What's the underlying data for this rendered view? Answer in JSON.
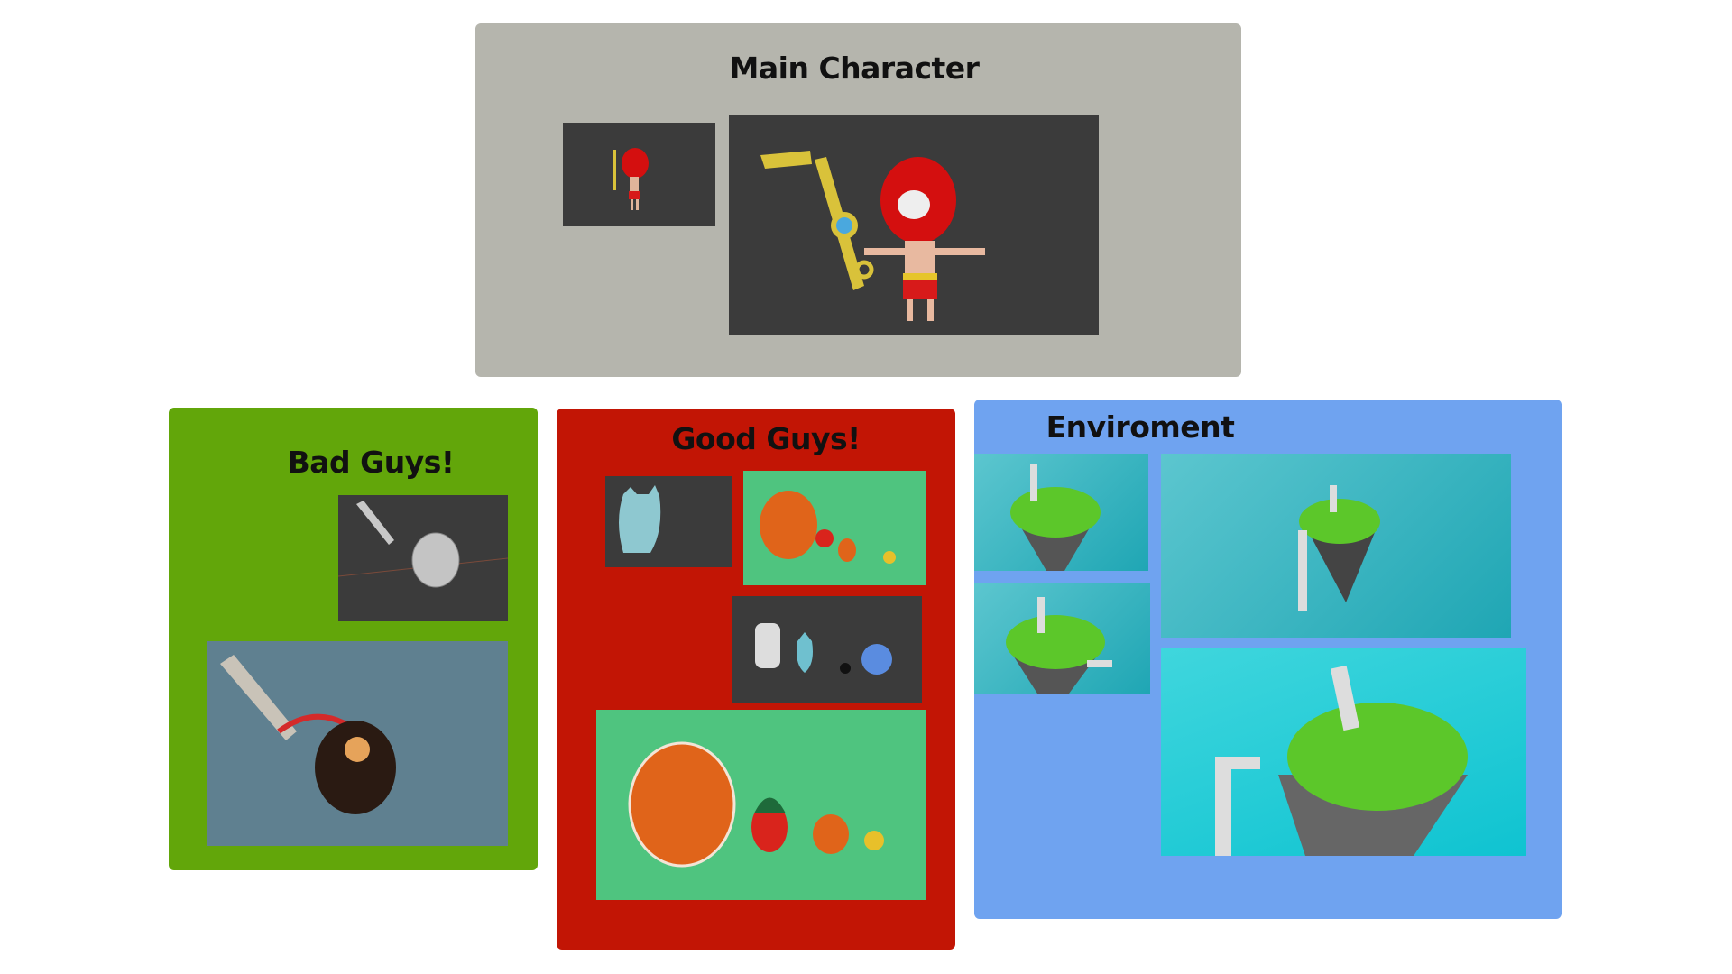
{
  "sections": {
    "main_character": {
      "title": "Main Character",
      "color": "#b5b5ad"
    },
    "bad_guys": {
      "title": "Bad Guys!",
      "color": "#62a60a"
    },
    "good_guys": {
      "title": "Good Guys!",
      "color": "#c21505"
    },
    "environment": {
      "title": "Enviroment",
      "color": "#6fa3f0"
    }
  }
}
